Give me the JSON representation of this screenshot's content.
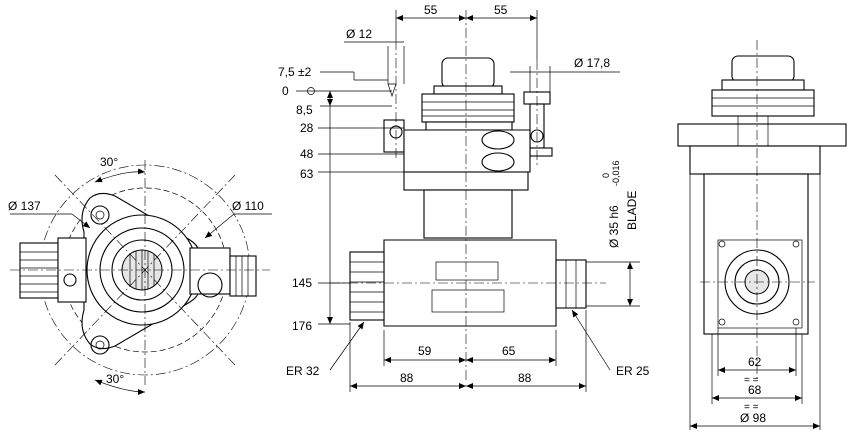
{
  "left_view": {
    "angle_top": "30°",
    "angle_bottom": "30°",
    "dia_137": "Ø 137",
    "dia_110": "Ø 110"
  },
  "front_view": {
    "top_dim_left": "55",
    "top_dim_right": "55",
    "dia_12": "Ø 12",
    "dia_178": "Ø 17,8",
    "tol_75": "7,5 ±2",
    "zero": "0",
    "v_85": "8,5",
    "v_28": "28",
    "v_48": "48",
    "v_63": "63",
    "v_145": "145",
    "v_176": "176",
    "shank": "Ø 35 h6",
    "tol_upper": "0",
    "tol_lower": "-0,016",
    "blade": "BLADE",
    "collet_left": "ER 32",
    "collet_right": "ER 25",
    "b_59": "59",
    "b_65": "65",
    "b_88_left": "88",
    "b_88_right": "88"
  },
  "right_view": {
    "w_62": "62",
    "w_68": "68",
    "w_98": "Ø 98",
    "eq_1": "=  =",
    "eq_2": "=  ="
  }
}
